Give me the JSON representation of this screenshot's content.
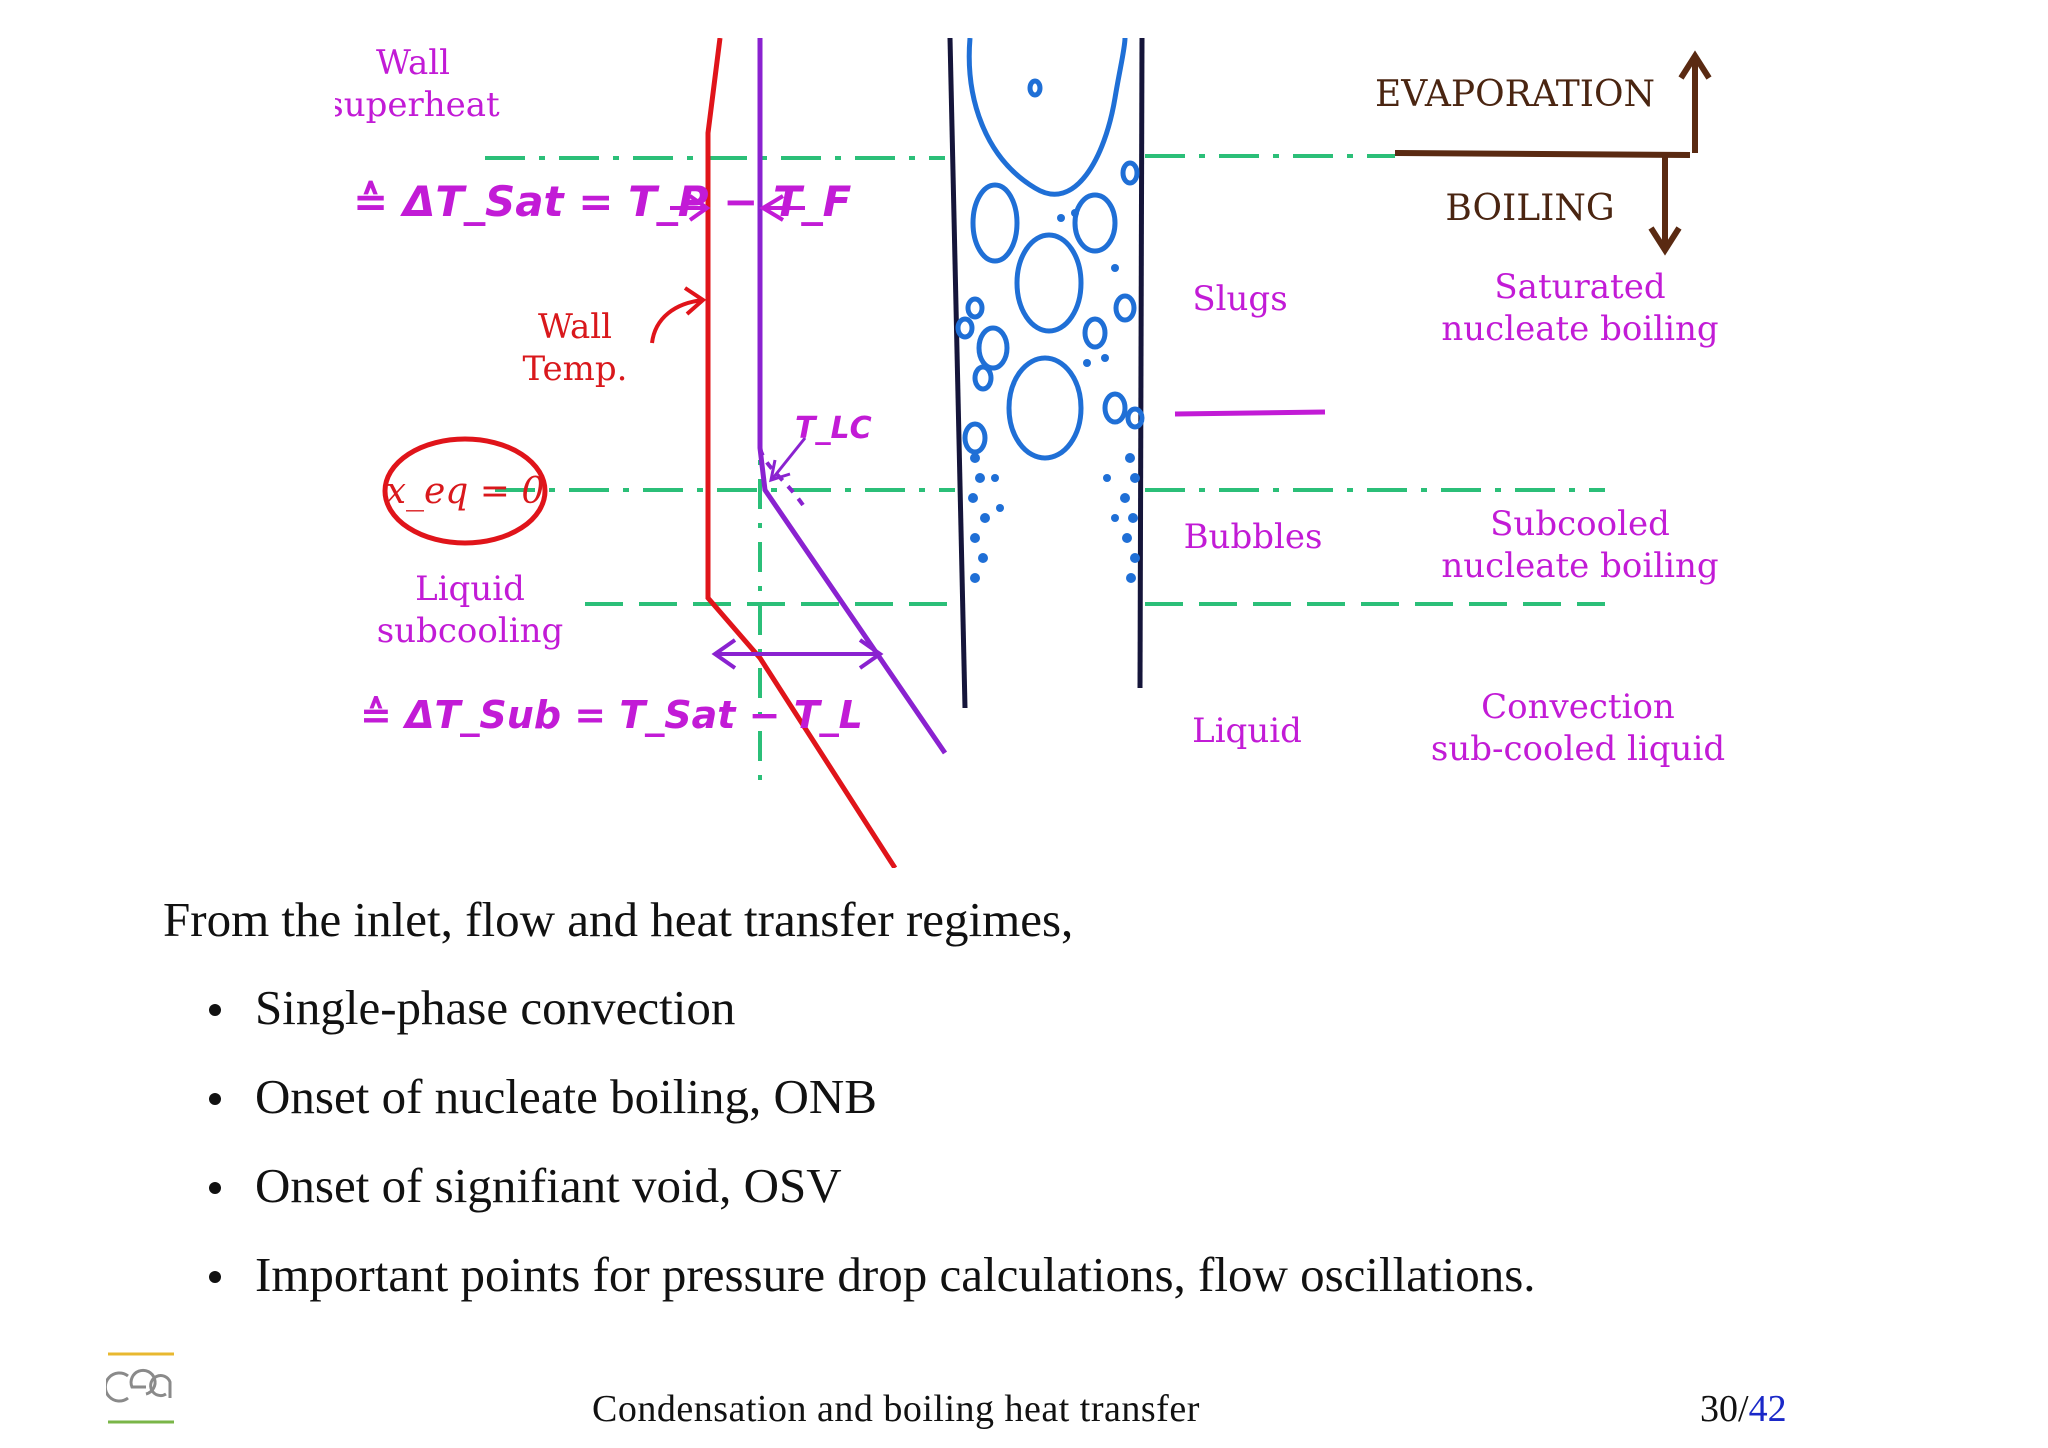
{
  "figure": {
    "labels": {
      "wall_superheat_1": "Wall",
      "wall_superheat_2": "superheat",
      "delta_t_sat": "≙ ΔT_Sat = T_P − T_F",
      "wall_temp_1": "Wall",
      "wall_temp_2": "Temp.",
      "t_lc": "T_LC",
      "x_eq": "x_eq = 0",
      "liquid_subcooling_1": "Liquid",
      "liquid_subcooling_2": "subcooling",
      "delta_t_sub": "≙ ΔT_Sub = T_Sat − T_L",
      "evaporation": "EVAPORATION",
      "boiling": "BOILING",
      "slugs": "Slugs",
      "bubbles": "Bubbles",
      "liquid": "Liquid",
      "saturated_1": "Saturated",
      "saturated_2": "nucleate boiling",
      "subcooled_1": "Subcooled",
      "subcooled_2": "nucleate boiling",
      "convection_1": "Convection",
      "convection_2": "sub-cooled liquid"
    },
    "colors": {
      "magenta": "#c21bd6",
      "red": "#e0141a",
      "purple": "#8a22d0",
      "blue": "#1f6fd6",
      "green": "#2bbf78",
      "brown": "#5a2a12",
      "navy": "#15153a"
    }
  },
  "body": {
    "intro": "From the inlet, flow and heat transfer regimes,",
    "bullets": [
      "Single-phase convection",
      "Onset of nucleate boiling, ONB",
      "Onset of signifiant void, OSV",
      "Important points for pressure drop calculations, flow oscillations."
    ]
  },
  "footer": {
    "title": "Condensation and boiling heat transfer",
    "page_current": "30",
    "page_separator": "/",
    "page_total": "42"
  }
}
